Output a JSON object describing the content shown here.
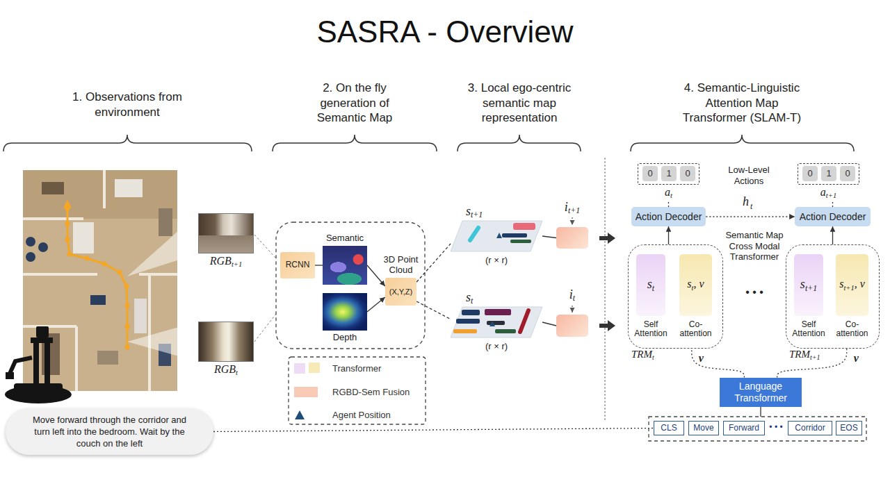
{
  "diagram": {
    "title": "SASRA - Overview",
    "nodes": [
      {
        "text": [
          "RGB",
          "t+1"
        ]
      },
      {
        "text": [
          "RGB",
          "t"
        ]
      },
      {
        "text": [
          "Move forward through the corridor and turn left into the bedroom. Wait by the couch on the left"
        ]
      },
      {
        "text": [
          "RCNN"
        ]
      },
      {
        "text": [
          "Semantic"
        ]
      },
      {
        "text": [
          "Depth"
        ]
      },
      {
        "text": [
          "3D Point Cloud",
          "(X,Y,Z)"
        ]
      },
      {
        "text": [
          "s",
          "t+1",
          "(r × r)"
        ]
      },
      {
        "text": [
          "i",
          "t+1"
        ]
      },
      {
        "text": [
          "s",
          "t",
          "(r × r)"
        ]
      },
      {
        "text": [
          "i",
          "t"
        ]
      },
      {
        "text": [
          "a",
          "t"
        ]
      },
      {
        "text": [
          "0"
        ],
        "in": 11
      },
      {
        "text": [
          "1"
        ],
        "in": 11
      },
      {
        "text": [
          "0"
        ],
        "in": 11
      },
      {
        "text": [
          "a",
          "t+1"
        ]
      },
      {
        "text": [
          "0"
        ],
        "in": 15
      },
      {
        "text": [
          "1"
        ],
        "in": 15
      },
      {
        "text": [
          "0"
        ],
        "in": 15
      },
      {
        "text": [
          "Action Decoder"
        ]
      },
      {
        "text": [
          "Action Decoder"
        ]
      },
      {
        "text": [
          "TRM",
          "t"
        ]
      },
      {
        "text": [
          "s",
          "t",
          "Self Attention"
        ],
        "in": 21
      },
      {
        "text": [
          "s",
          "t",
          ", v",
          "Co-attention"
        ],
        "in": 21
      },
      {
        "text": [
          "TRM",
          "t+1"
        ]
      },
      {
        "text": [
          "s",
          "t+1",
          "Self Attention"
        ],
        "in": 24
      },
      {
        "text": [
          "s",
          "t+1",
          ", v",
          "Co-attention"
        ],
        "in": 24
      },
      {
        "text": [
          "Language Transformer"
        ]
      },
      {
        "text": [
          "CLS"
        ]
      },
      {
        "text": [
          "Move"
        ]
      },
      {
        "text": [
          "Forward"
        ]
      },
      {
        "text": [
          "Corridor"
        ]
      },
      {
        "text": [
          "EOS"
        ]
      }
    ],
    "edges": [
      {
        "from": 3,
        "to": 4,
        "arrow": "none"
      },
      {
        "from": 4,
        "to": 6,
        "arrow": "to"
      },
      {
        "from": 5,
        "to": 6,
        "arrow": "to"
      },
      {
        "from": 6,
        "to": 7,
        "arrow": "none"
      },
      {
        "from": 6,
        "to": 9,
        "arrow": "none"
      },
      {
        "from": 7,
        "to": 8,
        "arrow": "none"
      },
      {
        "from": 9,
        "to": 10,
        "arrow": "none"
      },
      {
        "from": 19,
        "to": 11,
        "arrow": "none"
      },
      {
        "from": 20,
        "to": 15,
        "arrow": "none"
      },
      {
        "from": 21,
        "to": 19,
        "arrow": "to"
      },
      {
        "from": 24,
        "to": 20,
        "arrow": "to"
      },
      {
        "from": 19,
        "to": 20,
        "arrow": "to"
      },
      {
        "from": 27,
        "to": 21,
        "label": "v",
        "arrow": "none"
      },
      {
        "from": 27,
        "to": 24,
        "label": "v",
        "arrow": "none"
      },
      {
        "from": 2,
        "to": 28,
        "arrow": "none"
      }
    ],
    "labels": [
      "1. Observations from environment",
      "2. On the fly generation of Semantic Map",
      "3. Local ego-centric semantic map representation",
      "4. Semantic-Linguistic Attention Map Transformer (SLAM-T)",
      "Low-Level Actions",
      "h",
      "t",
      "Semantic Map Cross Modal Transformer",
      "• • •",
      "• • •"
    ],
    "legend": [
      {
        "text": "Transformer",
        "color": "#eedcf6"
      },
      {
        "text": "RGBD-Sem Fusion",
        "color": "#f8c9b4"
      },
      {
        "text": "Agent Position"
      }
    ]
  }
}
